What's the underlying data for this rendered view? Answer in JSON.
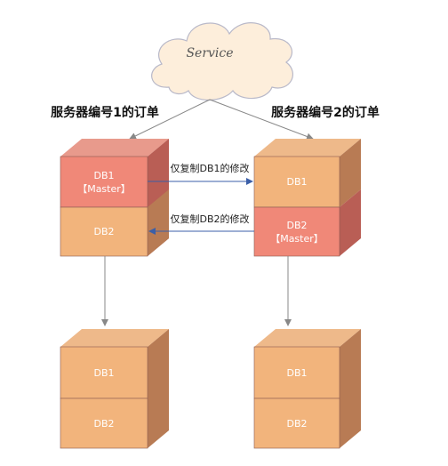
{
  "cloud": {
    "label": "Service"
  },
  "headers": {
    "left": "服务器编号1的订单",
    "right": "服务器编号2的订单"
  },
  "arrows": {
    "top": "仅复制DB1的修改",
    "bottom": "仅复制DB2的修改"
  },
  "colors": {
    "master": "#f08878",
    "normal": "#f2b47c",
    "arrow": "#3b5fa8",
    "cloud": "#fdeedb"
  },
  "stacks": {
    "left_top": {
      "db1": "DB1",
      "db1_role": "【Master】",
      "db2": "DB2"
    },
    "right_top": {
      "db1": "DB1",
      "db2": "DB2",
      "db2_role": "【Master】"
    },
    "left_bottom": {
      "db1": "DB1",
      "db2": "DB2"
    },
    "right_bottom": {
      "db1": "DB1",
      "db2": "DB2"
    }
  }
}
